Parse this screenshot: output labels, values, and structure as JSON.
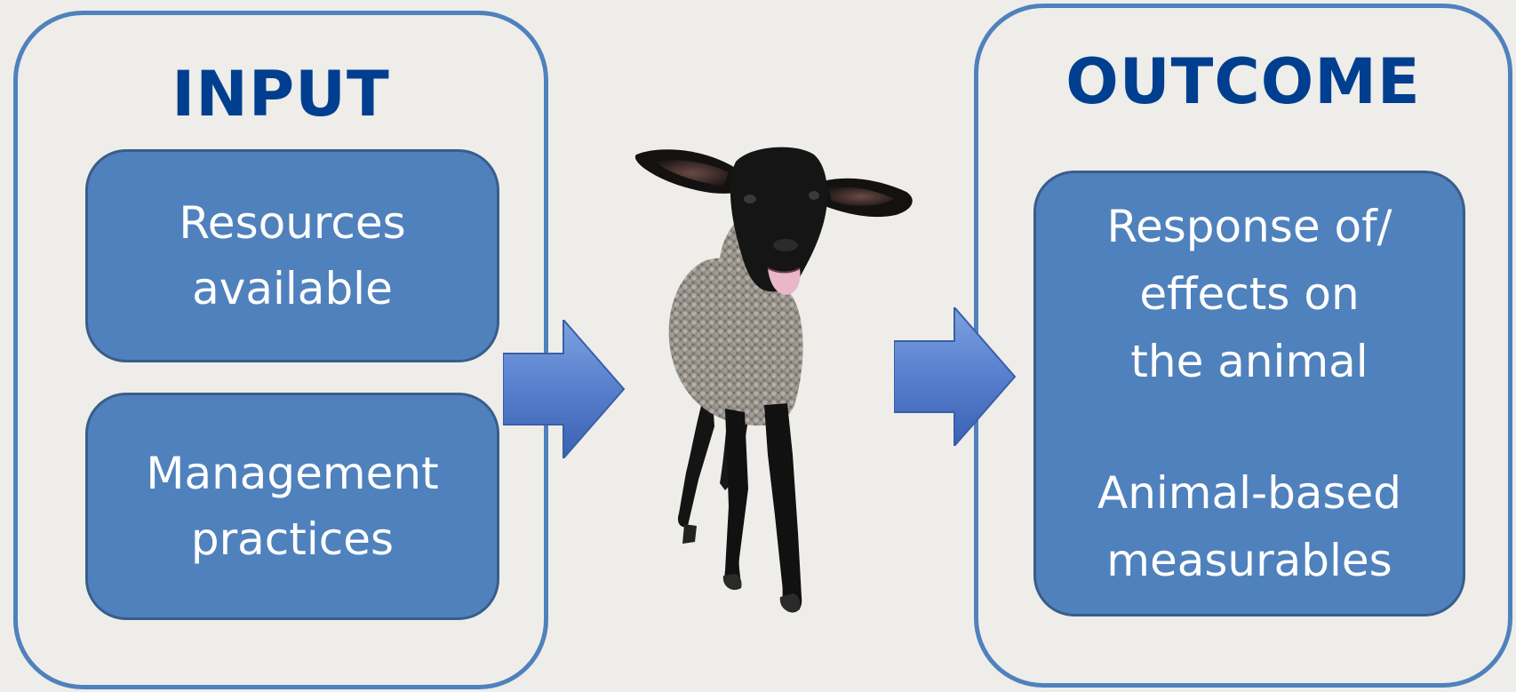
{
  "input": {
    "title": "INPUT",
    "resources": [
      "Resources",
      "available"
    ],
    "management": [
      "Management",
      "practices"
    ]
  },
  "outcome": {
    "title": "OUTCOME",
    "response": [
      "Response of/",
      "effects on",
      "the animal"
    ],
    "measurables": [
      "Animal-based",
      "measurables"
    ]
  },
  "colors": {
    "panel_border": "#4f81bd",
    "box_fill": "#4f81bd",
    "title_text": "#003f8f",
    "background": "#eeede9"
  },
  "icons": [
    "arrow-right-icon",
    "lamb-image"
  ]
}
